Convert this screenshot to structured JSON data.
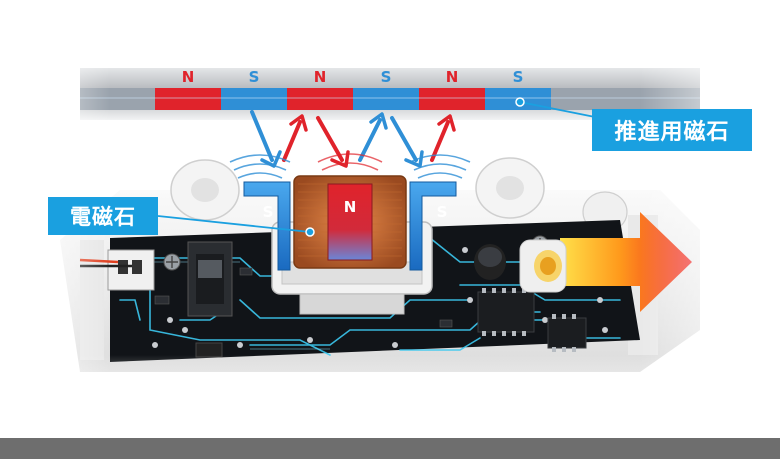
{
  "rail_poles": [
    "N",
    "S",
    "N",
    "S",
    "N",
    "S"
  ],
  "labels": {
    "propulsion_magnet": "推進用磁石",
    "electromagnet": "電磁石"
  },
  "electromagnet_poles": {
    "center": "N",
    "left": "S",
    "right": "S"
  },
  "colors": {
    "north": "#e0232b",
    "south": "#2f8fd6",
    "label_bg": "#1aa0e0",
    "pcb": "#111418",
    "trace": "#3cc8f0",
    "footer": "#6e6e6e"
  }
}
